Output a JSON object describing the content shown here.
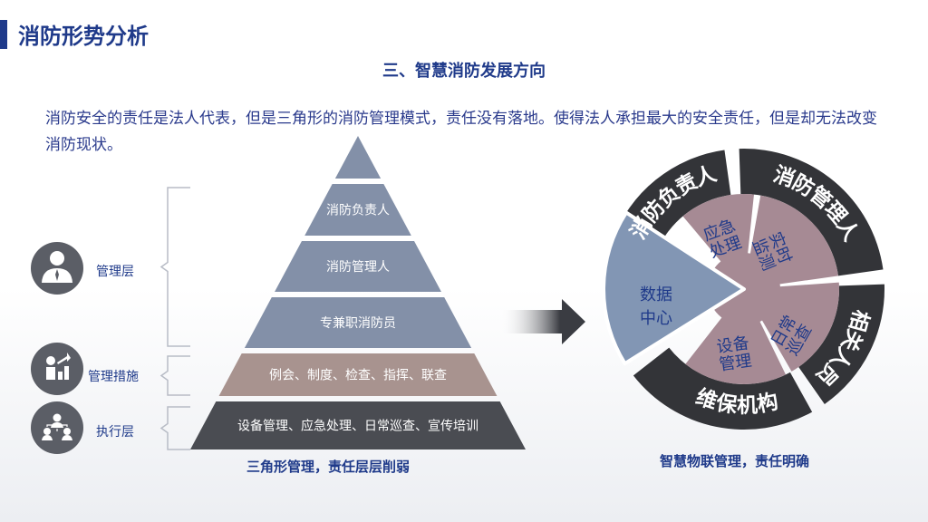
{
  "page": {
    "title": "消防形势分析",
    "section_title": "三、智慧消防发展方向",
    "intro": "消防安全的责任是法人代表，但是三角形的消防管理模式，责任没有落地。使得法人承担最大的安全责任，但是却无法改变消防现状。"
  },
  "pyramid": {
    "levels": [
      "",
      "消防负责人",
      "消防管理人",
      "专兼职消防员",
      "例会、制度、检查、指挥、联查",
      "设备管理、应急处理、日常巡查、宣传培训"
    ],
    "colors": [
      "#8390a8",
      "#8390a8",
      "#8390a8",
      "#8390a8",
      "#a8938f",
      "#4a4c52"
    ],
    "caption": "三角形管理，责任层层削弱"
  },
  "side_labels": [
    {
      "icon": "manager-icon",
      "text": "管理层"
    },
    {
      "icon": "growth-chart-icon",
      "text": "管理措施"
    },
    {
      "icon": "team-icon",
      "text": "执行层"
    }
  ],
  "ring": {
    "outer": [
      "消防负责人",
      "消防管理人",
      "相关人员",
      "维保机构"
    ],
    "inner": [
      "应急处理",
      "实时监测",
      "日常巡查",
      "设备管理"
    ],
    "center": "数据中心",
    "caption": "智慧物联管理，责任明确",
    "colors": {
      "outer": "#333438",
      "inner": "#a68a94",
      "center": "#8296b4"
    }
  }
}
